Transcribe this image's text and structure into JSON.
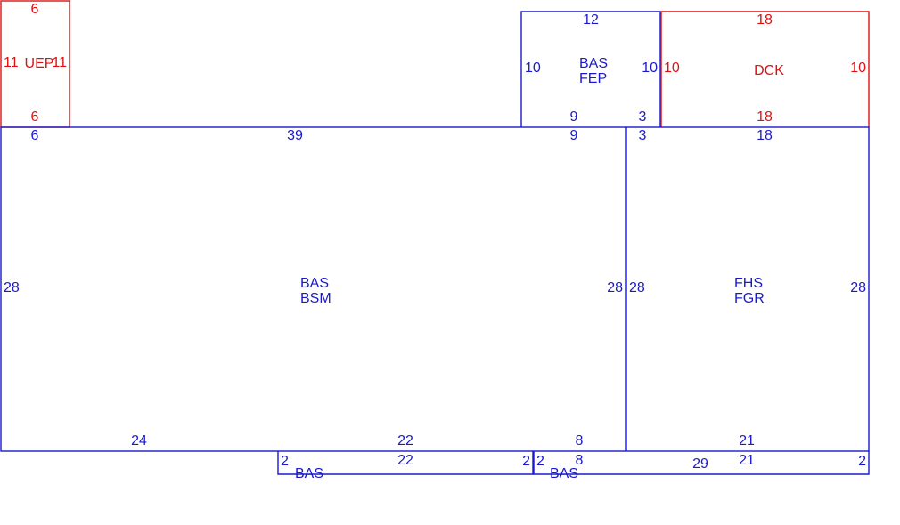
{
  "colors": {
    "living": "#1a1acc",
    "non_living": "#dd1111"
  },
  "areas": [
    {
      "id": "uep",
      "color": "non_living",
      "name": [
        "UEP"
      ],
      "sides": {
        "top": "6",
        "bottom": "6",
        "left": "11",
        "right": "11"
      }
    },
    {
      "id": "bas-fep",
      "color": "living",
      "name": [
        "BAS",
        "FEP"
      ],
      "sides": {
        "top": "12",
        "left": "10",
        "right": "10",
        "bottom_left": "9",
        "bottom_right": "3"
      }
    },
    {
      "id": "dck",
      "color": "non_living",
      "name": [
        "DCK"
      ],
      "sides": {
        "top": "18",
        "bottom": "18",
        "left": "10",
        "right": "10"
      }
    },
    {
      "id": "bas-bsm",
      "color": "living",
      "name": [
        "BAS",
        "BSM"
      ],
      "sides": {
        "top_left": "6",
        "top": "39",
        "top_right": "9",
        "left": "28",
        "right": "28",
        "bottom_left": "24",
        "bottom_mid": "22",
        "bottom_right": "8"
      }
    },
    {
      "id": "fhs-fgr",
      "color": "living",
      "name": [
        "FHS",
        "FGR"
      ],
      "sides": {
        "top_left": "3",
        "top": "18",
        "left": "28",
        "right": "28",
        "bottom": "21"
      }
    },
    {
      "id": "bas-strip-1",
      "color": "living",
      "name": [
        "BAS"
      ],
      "sides": {
        "top": "22",
        "left": "2",
        "right": "2"
      }
    },
    {
      "id": "bas-strip-2",
      "color": "living",
      "name": [
        "BAS"
      ],
      "sides": {
        "top_left": "8",
        "top": "21",
        "mid": "29",
        "left": "2",
        "right": "2"
      }
    }
  ]
}
